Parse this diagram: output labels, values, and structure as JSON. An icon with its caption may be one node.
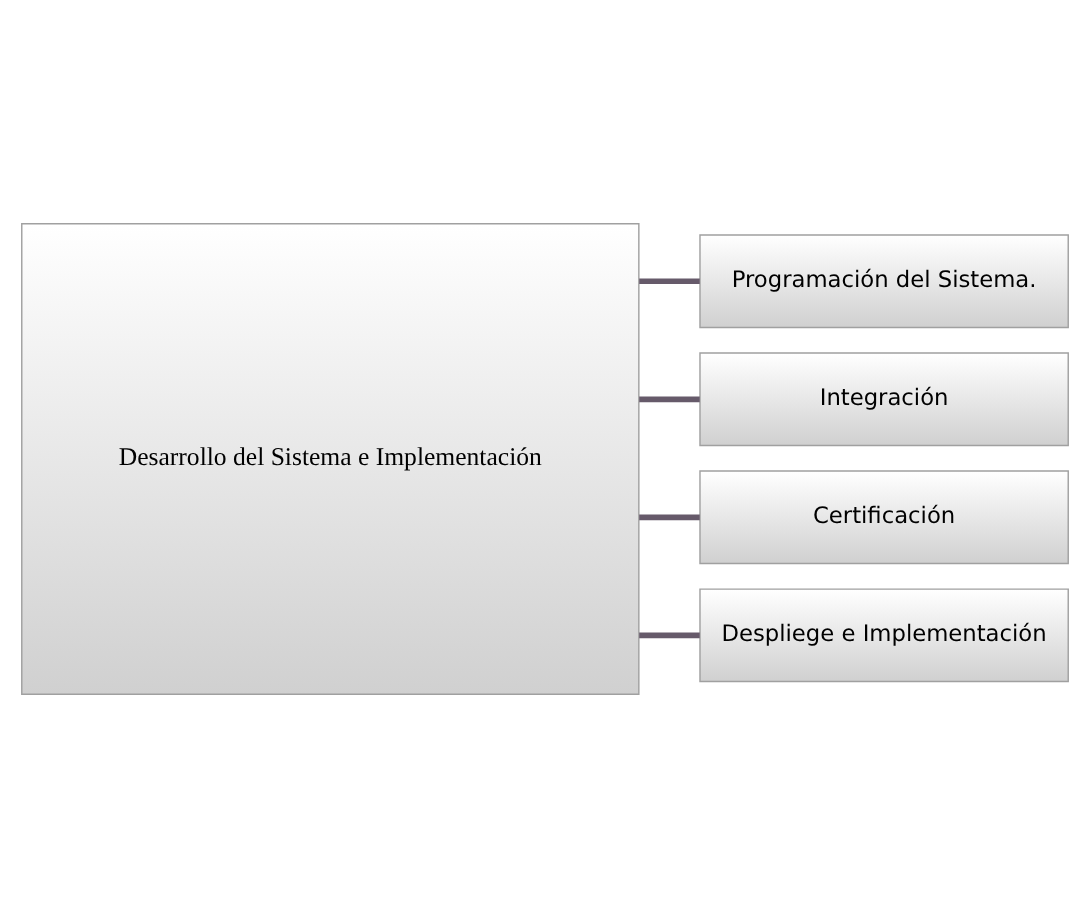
{
  "diagram": {
    "nodes": [
      {
        "text": [
          "Desarrollo del Sistema e Implementación"
        ]
      },
      {
        "text": [
          "Programación del Sistema."
        ]
      },
      {
        "text": [
          "Integración"
        ]
      },
      {
        "text": [
          "Certificación"
        ]
      },
      {
        "text": [
          "Despliege e Implementación"
        ]
      }
    ],
    "edges": [
      {
        "from": 0,
        "to": 1,
        "arrow": "none"
      },
      {
        "from": 0,
        "to": 2,
        "arrow": "none"
      },
      {
        "from": 0,
        "to": 3,
        "arrow": "none"
      },
      {
        "from": 0,
        "to": 4,
        "arrow": "none"
      }
    ]
  }
}
